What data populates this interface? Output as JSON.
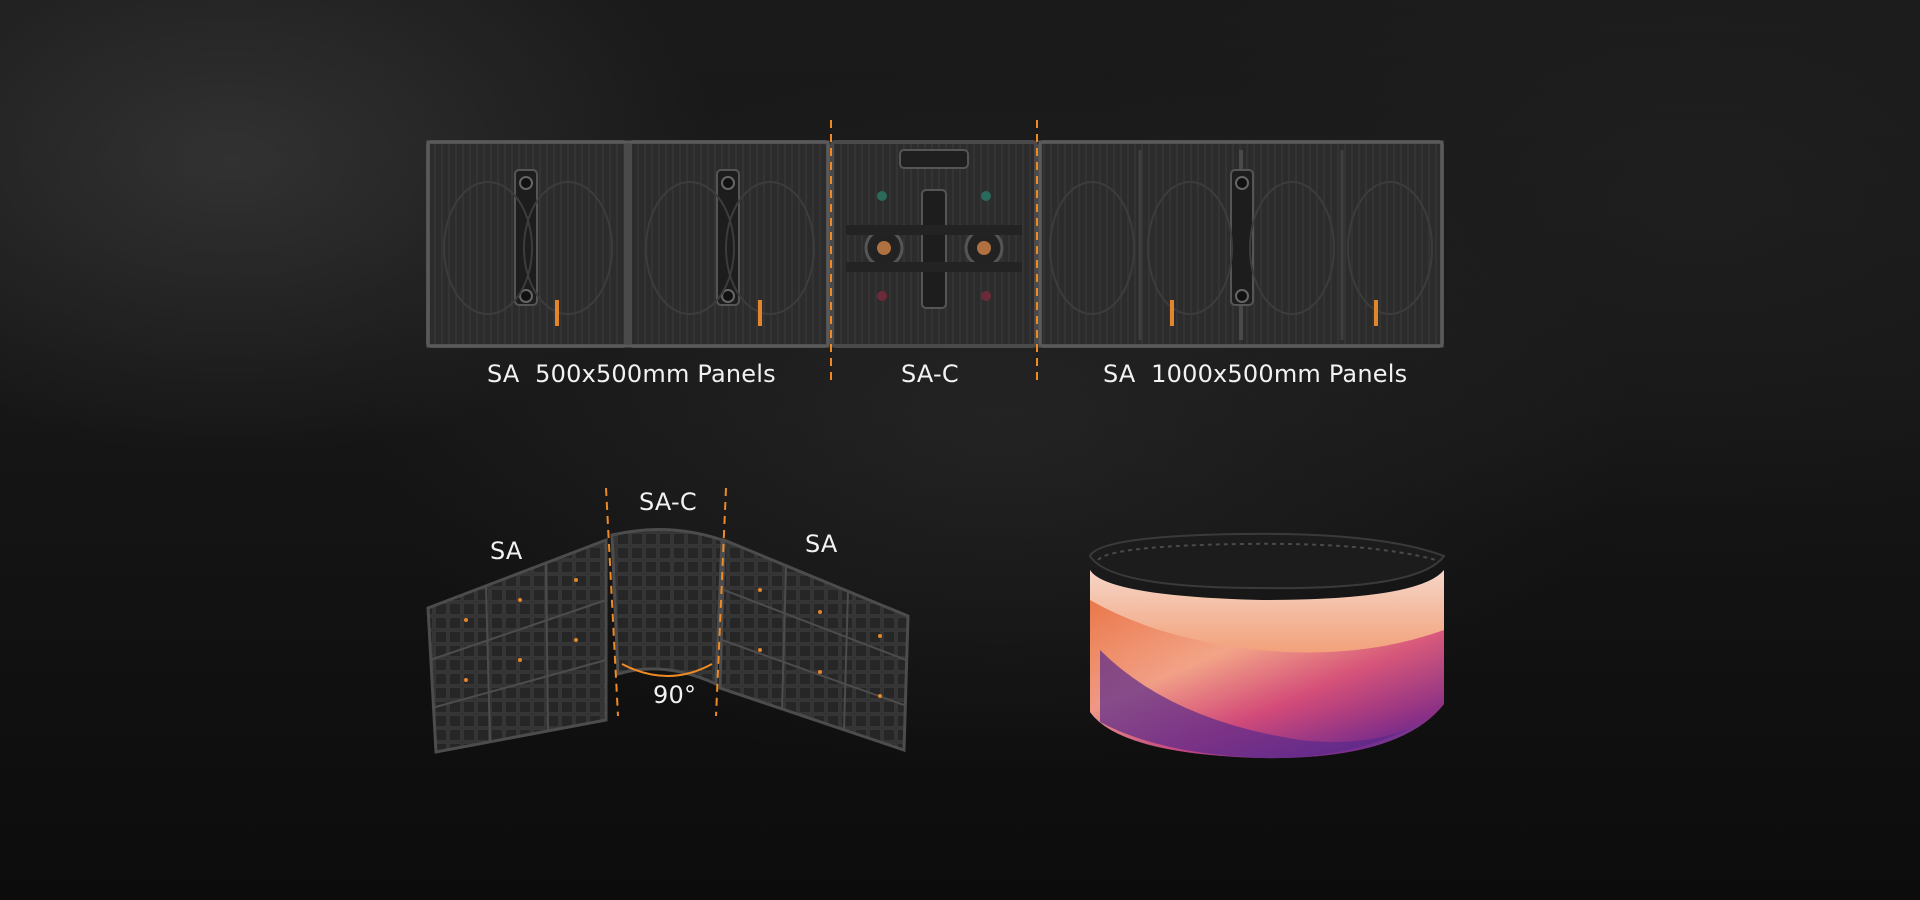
{
  "top_section": {
    "label_500": "SA  500x500mm Panels",
    "label_center": "SA-C",
    "label_1000": "SA  1000x500mm Panels"
  },
  "corner_section": {
    "label_left": "SA",
    "label_center": "SA-C",
    "label_right": "SA",
    "angle": "90°"
  },
  "colors": {
    "accent_dashed": "#f08a24",
    "panel_dark": "#2b2b2b",
    "panel_frame": "#3c3c3c",
    "orange_latch": "#e3852a"
  }
}
